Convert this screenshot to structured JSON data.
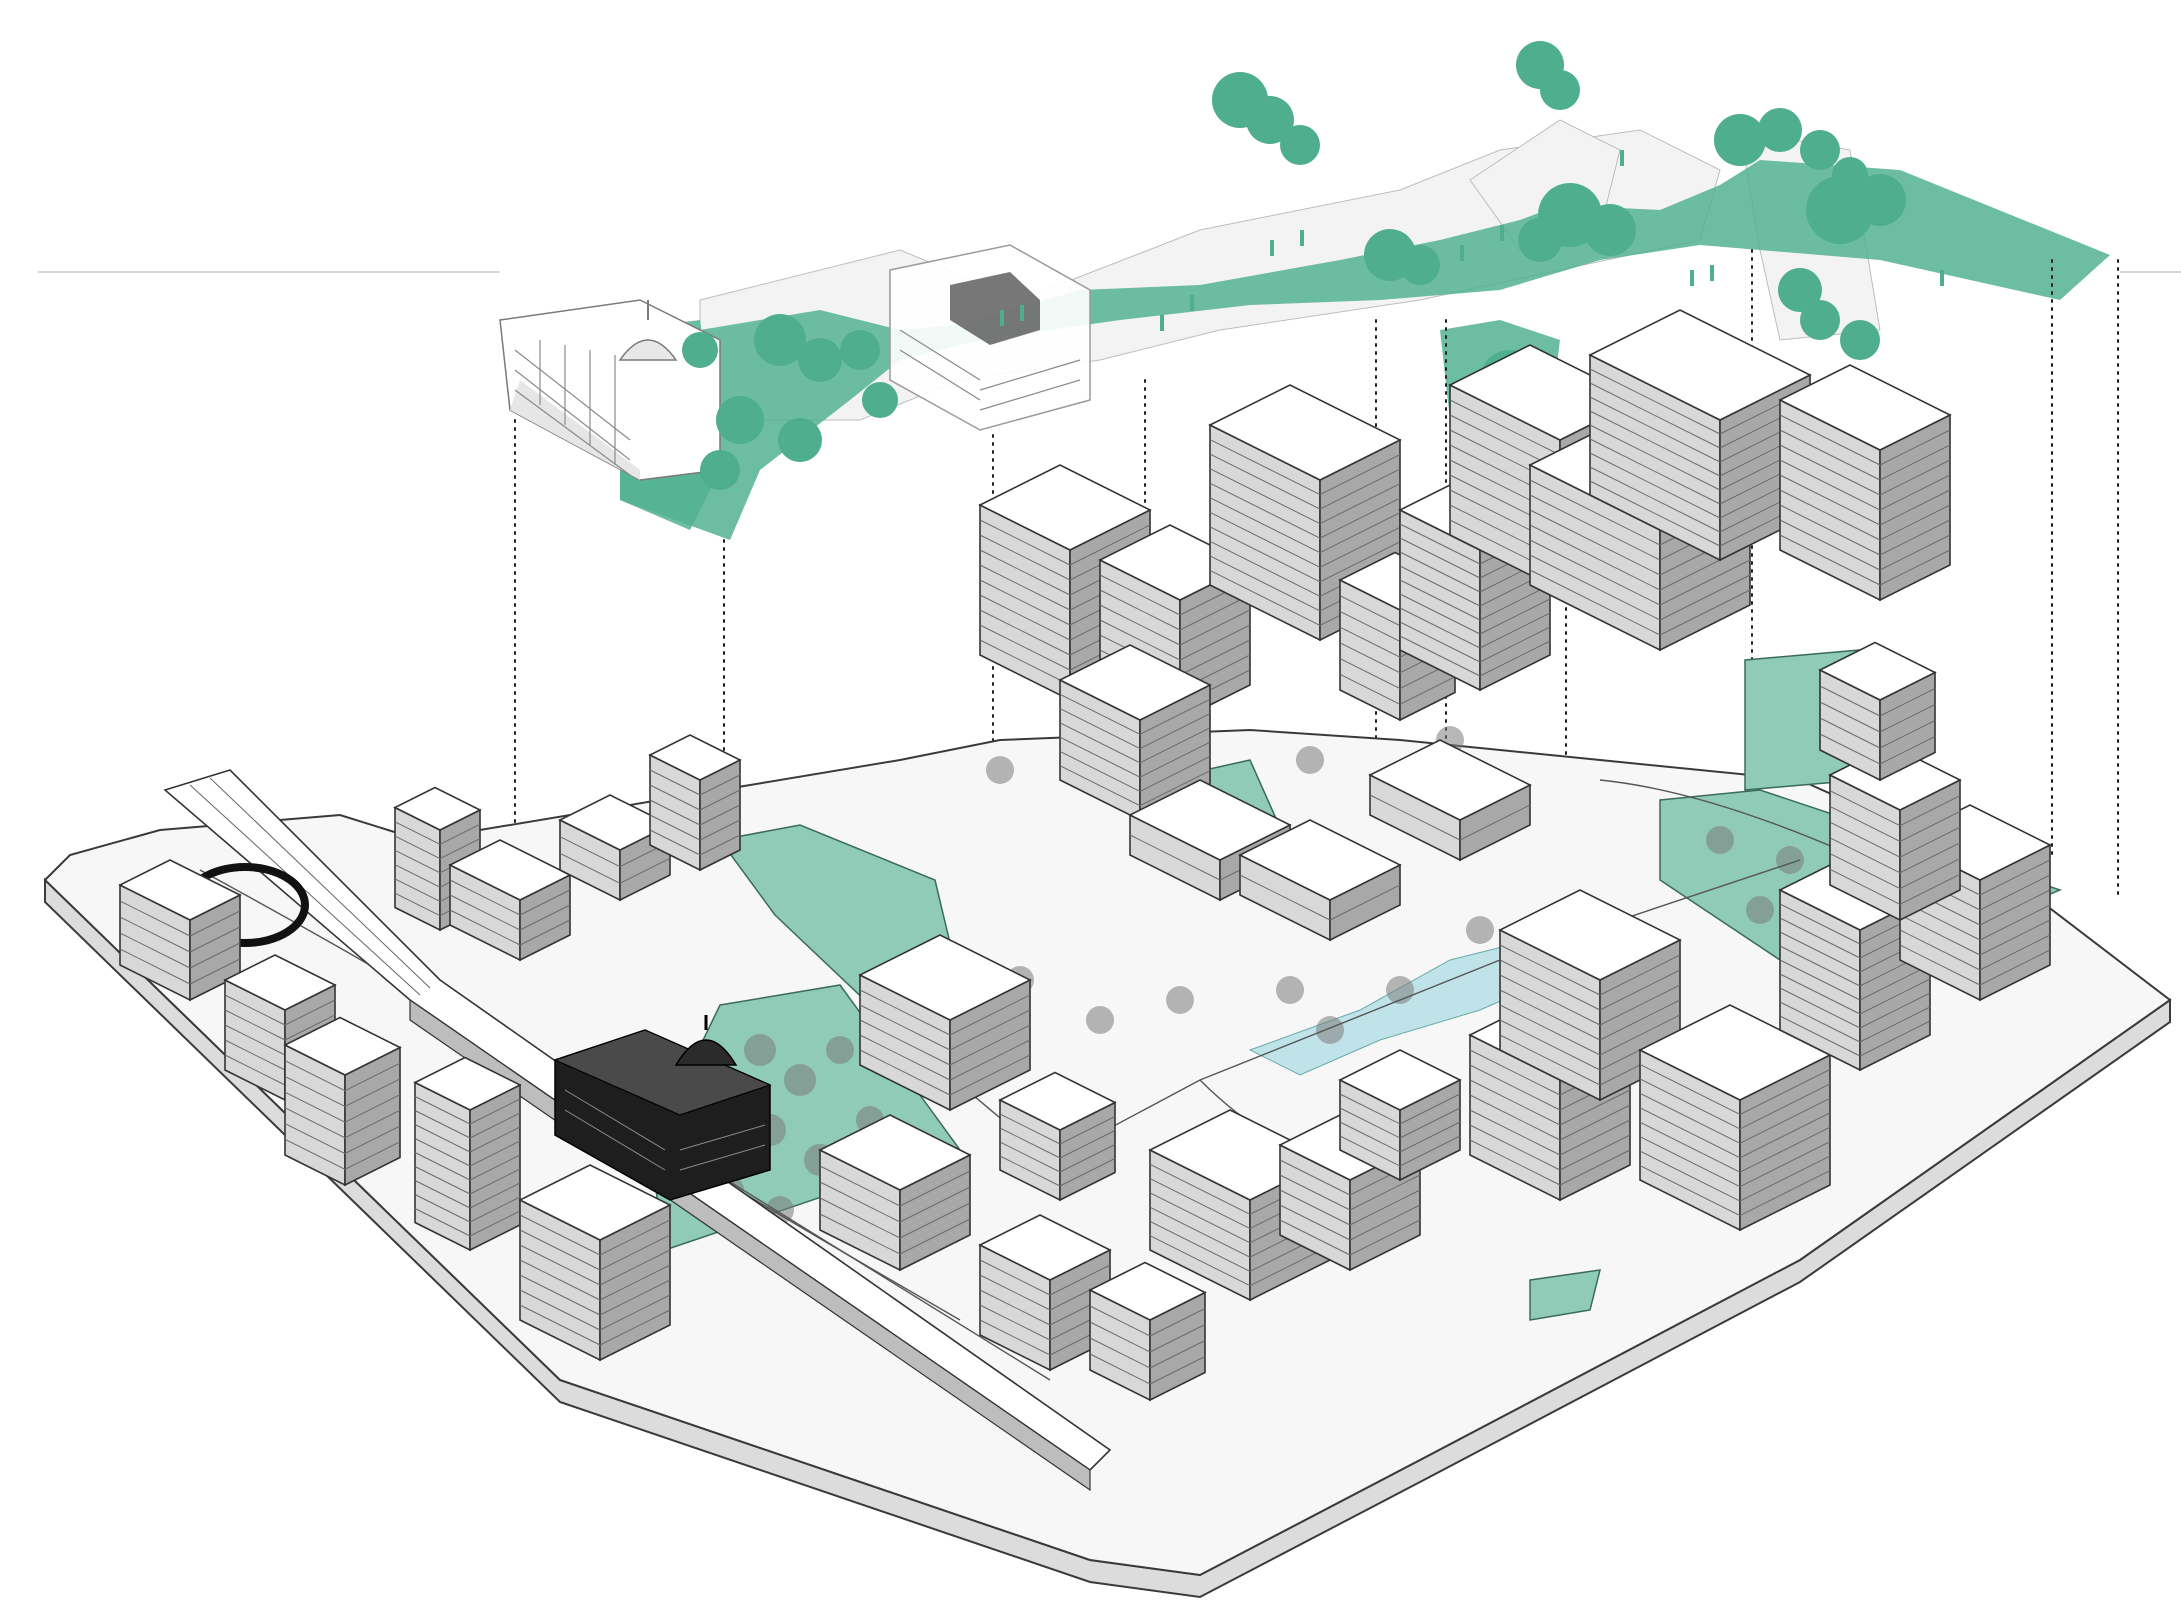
{
  "diagram": {
    "type": "exploded-axonometric-urban-masterplan",
    "labels": [],
    "colors": {
      "green_space": "#8fcbb6",
      "elevated_green": "#52b191",
      "building_top": "#ffffff",
      "building_side_light": "#d8d8d8",
      "building_side_dark": "#a8a8a8",
      "heritage_building": "#1e1e1e",
      "water": "#bfe3e8",
      "linework": "#333333"
    },
    "elements": [
      "elevated-green-corridor-layer",
      "ground-city-block-model",
      "dotted-projection-leader-lines",
      "domed-heritage-building",
      "rail-viaduct",
      "central-park-green-spaces",
      "courtyard-building-blocks"
    ]
  }
}
